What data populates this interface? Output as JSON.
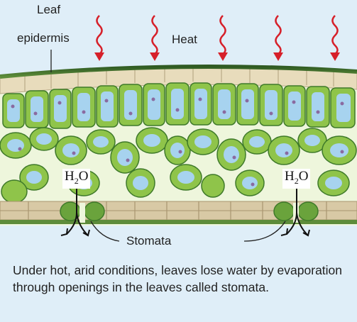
{
  "labels": {
    "leaf_epidermis_line1": "Leaf",
    "leaf_epidermis_line2": "epidermis",
    "heat": "Heat",
    "stomata": "Stomata",
    "h2o_main": "H",
    "h2o_sub": "2",
    "h2o_tail": "O"
  },
  "caption": "Under hot, arid conditions, leaves lose water by evaporation through openings in the leaves called stomata.",
  "colors": {
    "background": "#dfeef8",
    "heat_arrow": "#d6202a",
    "epidermis": "#3c6a2c",
    "cell_green": "#8fc44a",
    "vacuole_blue": "#a7d3ef",
    "lower_epidermis": "#d8c9a5"
  }
}
